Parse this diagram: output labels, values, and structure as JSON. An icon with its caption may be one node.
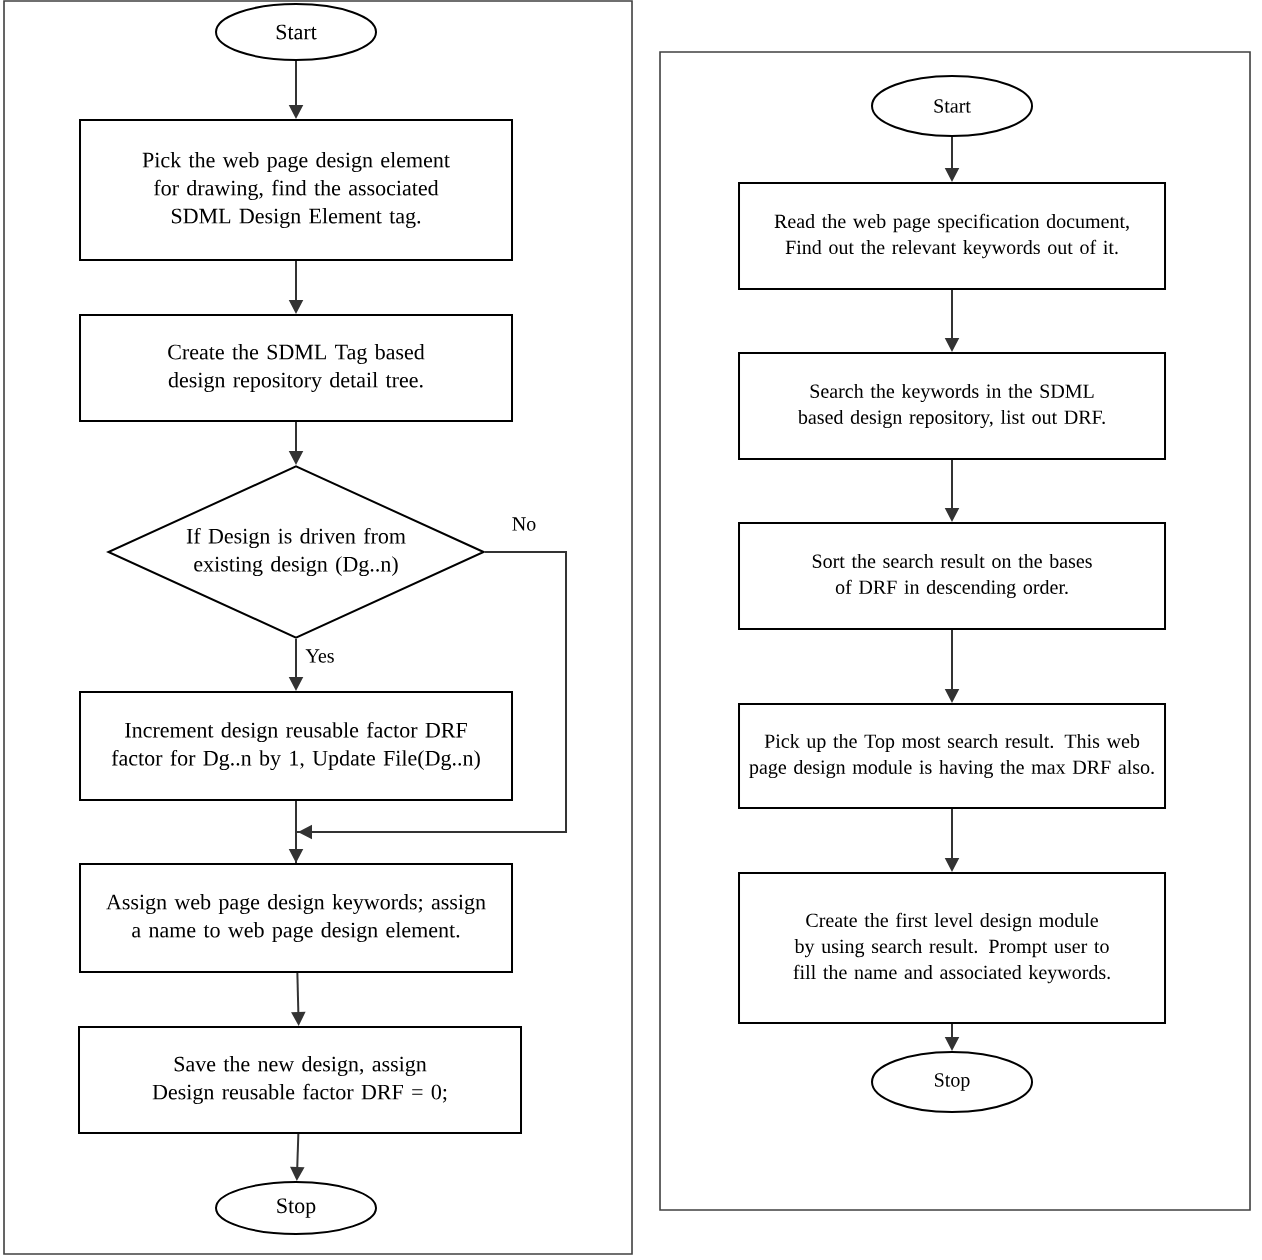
{
  "diagram": {
    "nodes": [
      {
        "text": [
          "Start"
        ]
      },
      {
        "text": [
          "Pick the web page design element for drawing, find the associated SDML Design Element tag."
        ]
      },
      {
        "text": [
          "Create the SDML Tag based design repository detail tree."
        ]
      },
      {
        "text": [
          "If Design is driven from existing design (Dg..n)"
        ]
      },
      {
        "text": [
          "Increment design reusable factor DRF factor for Dg..n by 1, Update File(Dg..n)"
        ]
      },
      {
        "text": [
          "Assign web page design keywords; assign a name to web page design element."
        ]
      },
      {
        "text": [
          "Save the new design, assign Design reusable factor DRF = 0;"
        ]
      },
      {
        "text": [
          "Stop"
        ]
      },
      {
        "text": [
          "Start"
        ]
      },
      {
        "text": [
          "Read the web page specification document, Find out the relevant keywords out of it."
        ]
      },
      {
        "text": [
          "Search the keywords in the SDML based design repository, list out DRF."
        ]
      },
      {
        "text": [
          "Sort the search result on the bases of DRF in descending order."
        ]
      },
      {
        "text": [
          "Pick up the Top most search result. This web page design module is having the max DRF also."
        ]
      },
      {
        "text": [
          "Create the first level design module by using search result. Prompt user to fill the name and associated keywords."
        ]
      },
      {
        "text": [
          "Stop"
        ]
      }
    ],
    "edges": [
      {
        "from": 0,
        "to": 1,
        "arrow": "to"
      },
      {
        "from": 1,
        "to": 2,
        "arrow": "to"
      },
      {
        "from": 2,
        "to": 3,
        "arrow": "to"
      },
      {
        "from": 3,
        "to": 4,
        "arrow": "to",
        "label": "Yes"
      },
      {
        "from": 4,
        "to": 5,
        "arrow": "to"
      },
      {
        "from": 3,
        "to": 5,
        "arrow": "to",
        "label": "No"
      },
      {
        "from": 5,
        "to": 6,
        "arrow": "to"
      },
      {
        "from": 6,
        "to": 7,
        "arrow": "to"
      },
      {
        "from": 8,
        "to": 9,
        "arrow": "to"
      },
      {
        "from": 9,
        "to": 10,
        "arrow": "to"
      },
      {
        "from": 10,
        "to": 11,
        "arrow": "to"
      },
      {
        "from": 11,
        "to": 12,
        "arrow": "to"
      },
      {
        "from": 12,
        "to": 13,
        "arrow": "to"
      },
      {
        "from": 13,
        "to": 14,
        "arrow": "to"
      }
    ]
  }
}
